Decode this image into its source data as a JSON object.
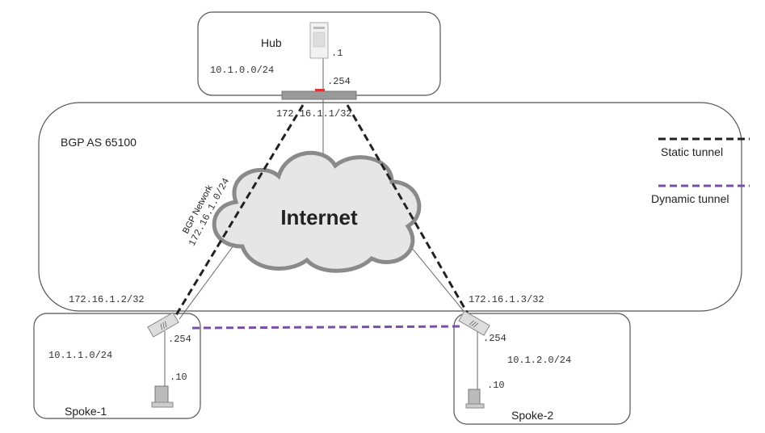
{
  "hub": {
    "title": "Hub",
    "subnet": "10.1.0.0/24",
    "server_ip": ".1",
    "fw_ip": ".254",
    "wan_ip": "172.16.1.1/32"
  },
  "bgp": {
    "title": "BGP AS 65100",
    "network_label": "BGP Network",
    "network": "172.16.1.0/24"
  },
  "internet": {
    "label": "Internet"
  },
  "spoke1": {
    "title": "Spoke-1",
    "subnet": "10.1.1.0/24",
    "fw_ip": ".254",
    "pc_ip": ".10",
    "wan_ip": "172.16.1.2/32"
  },
  "spoke2": {
    "title": "Spoke-2",
    "subnet": "10.1.2.0/24",
    "fw_ip": ".254",
    "pc_ip": ".10",
    "wan_ip": "172.16.1.3/32"
  },
  "legend": {
    "static": "Static tunnel",
    "dynamic": "Dynamic tunnel"
  },
  "colors": {
    "static_tunnel": "#222222",
    "dynamic_tunnel": "#7b4fa6",
    "cloud_fill": "#e6e6e6",
    "cloud_stroke": "#8a8a8a"
  }
}
